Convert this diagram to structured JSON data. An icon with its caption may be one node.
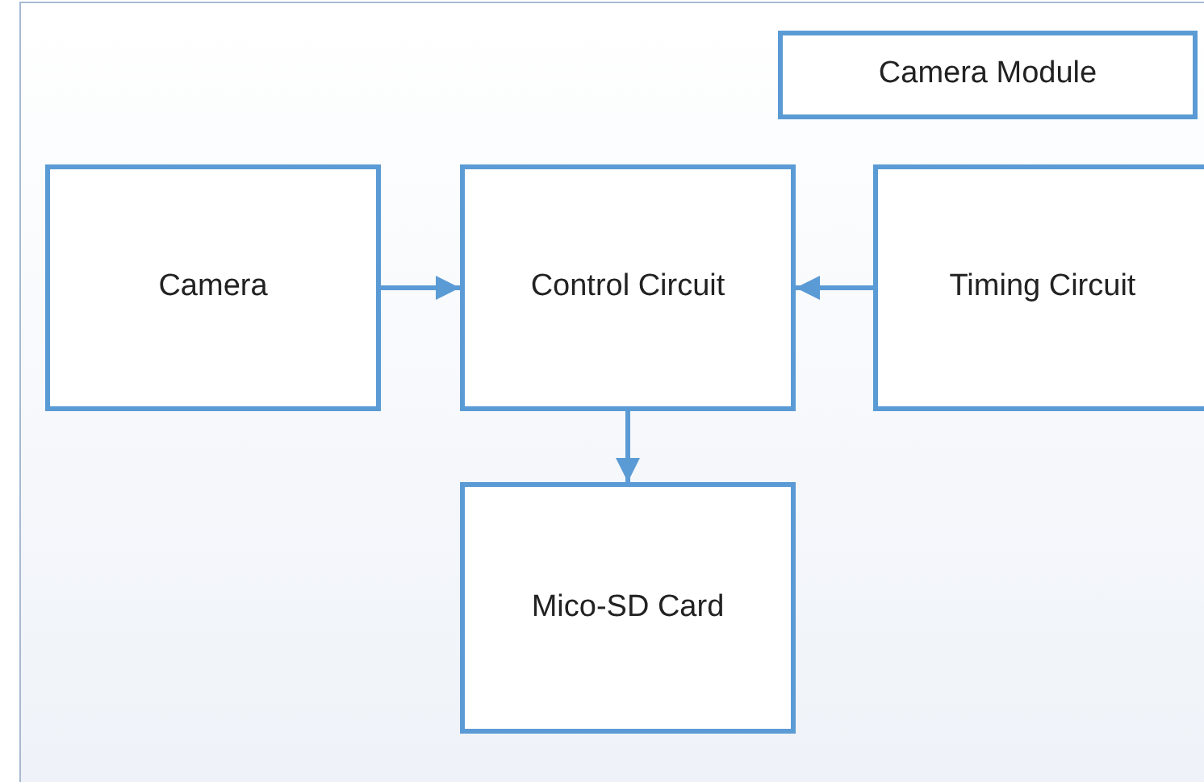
{
  "diagram": {
    "nodes": [
      {
        "text": [
          "Camera Module"
        ]
      },
      {
        "text": [
          "Camera"
        ],
        "in": 0
      },
      {
        "text": [
          "Control Circuit"
        ],
        "in": 0
      },
      {
        "text": [
          "Timing Circuit"
        ],
        "in": 0
      },
      {
        "text": [
          "Mico-SD Card"
        ],
        "in": 0
      }
    ],
    "edges": [
      {
        "from": 1,
        "to": 2,
        "arrow": "to"
      },
      {
        "from": 3,
        "to": 2,
        "arrow": "to"
      },
      {
        "from": 2,
        "to": 4,
        "arrow": "to"
      }
    ]
  }
}
